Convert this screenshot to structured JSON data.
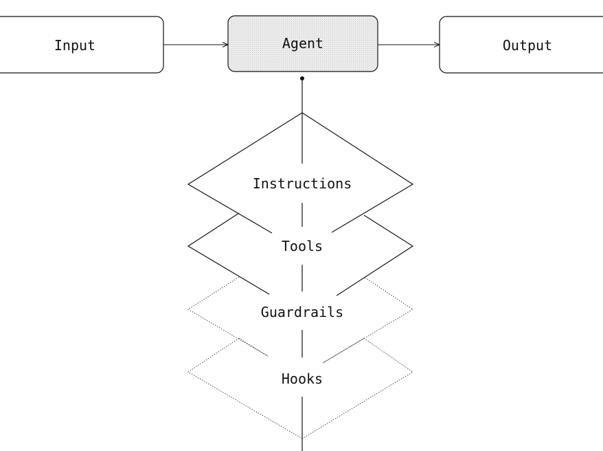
{
  "nodes": {
    "input": {
      "label": "Input"
    },
    "agent": {
      "label": "Agent"
    },
    "output": {
      "label": "Output"
    }
  },
  "layers": [
    {
      "label": "Instructions",
      "style": "solid"
    },
    {
      "label": "Tools",
      "style": "solid"
    },
    {
      "label": "Guardrails",
      "style": "dotted"
    },
    {
      "label": "Hooks",
      "style": "dotted"
    }
  ],
  "colors": {
    "stroke": "#111111",
    "agent_fill": "#e6e6e6",
    "background": "#ffffff"
  }
}
